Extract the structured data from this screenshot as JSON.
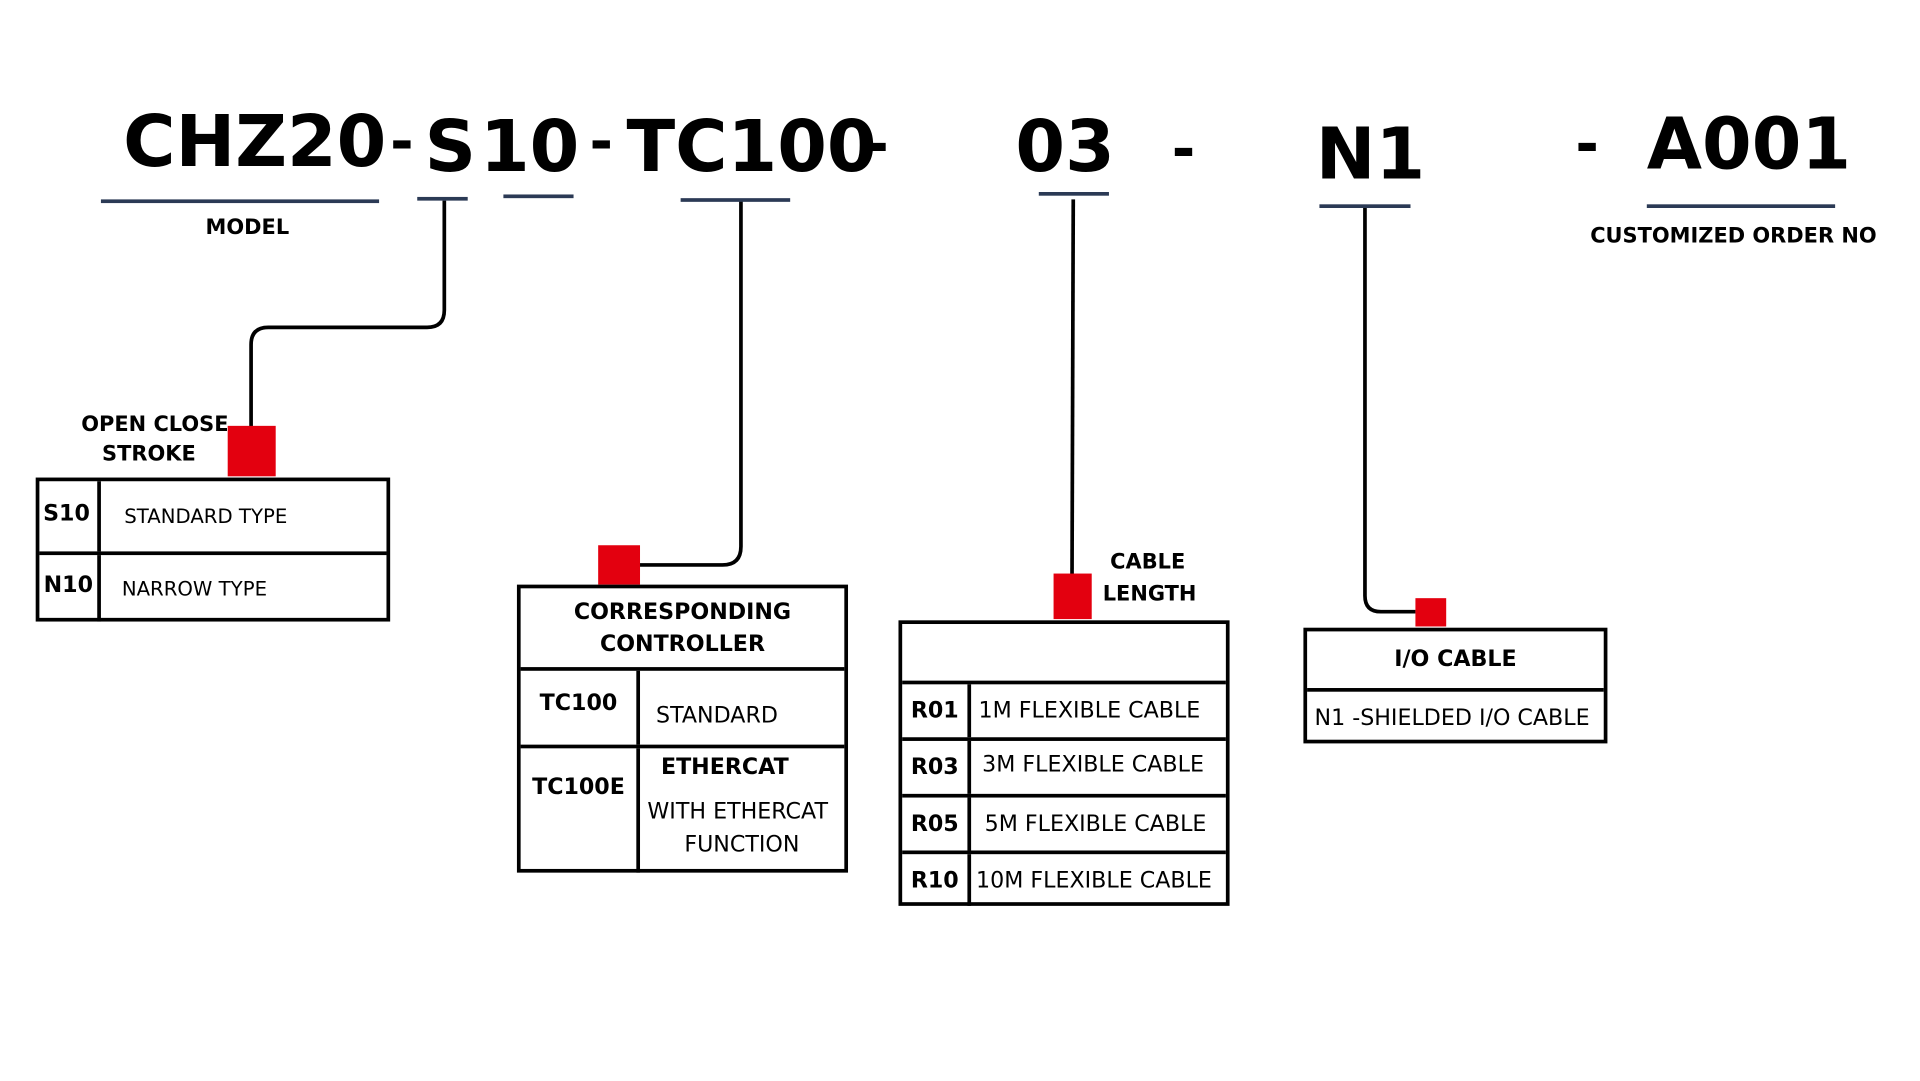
{
  "title": "CHZ20 model code designation",
  "code_segments": {
    "model": "CHZ20",
    "stroke_letter": "S",
    "stroke_number": "10",
    "controller": "TC100",
    "cable_length": "03",
    "io_cable": "N1",
    "custom_order": "A001",
    "separator": "-"
  },
  "captions": {
    "model": "MODEL",
    "custom_order": "CUSTOMIZED ORDER NO",
    "stroke_line1": "OPEN CLOSE",
    "stroke_line2": "STROKE",
    "cable_line1": "CABLE",
    "cable_line2": "LENGTH"
  },
  "stroke_table": {
    "rows": [
      {
        "code": "S10",
        "desc": "STANDARD  TYPE"
      },
      {
        "code": "N10",
        "desc": "NARROW TYPE"
      }
    ]
  },
  "controller_table": {
    "header_line1": "CORRESPONDING",
    "header_line2": "CONTROLLER",
    "rows": [
      {
        "code": "TC100",
        "desc": "STANDARD"
      },
      {
        "code": "TC100E",
        "desc_title": "ETHERCAT",
        "desc_line1": "WITH ETHERCAT",
        "desc_line2": "FUNCTION"
      }
    ]
  },
  "cable_table": {
    "header": "",
    "rows": [
      {
        "code": "R01",
        "desc": "1M FLEXIBLE CABLE"
      },
      {
        "code": "R03",
        "desc": "3M FLEXIBLE CABLE"
      },
      {
        "code": "R05",
        "desc": "5M FLEXIBLE CABLE"
      },
      {
        "code": "R10",
        "desc": "10M FLEXIBLE CABLE"
      }
    ]
  },
  "io_table": {
    "header": "I/O CABLE",
    "rows": [
      {
        "desc": "N1 -SHIELDED I/O CABLE"
      }
    ]
  },
  "colors": {
    "marker": "#e3000f",
    "underline": "#2b3a55",
    "line": "#000000"
  }
}
